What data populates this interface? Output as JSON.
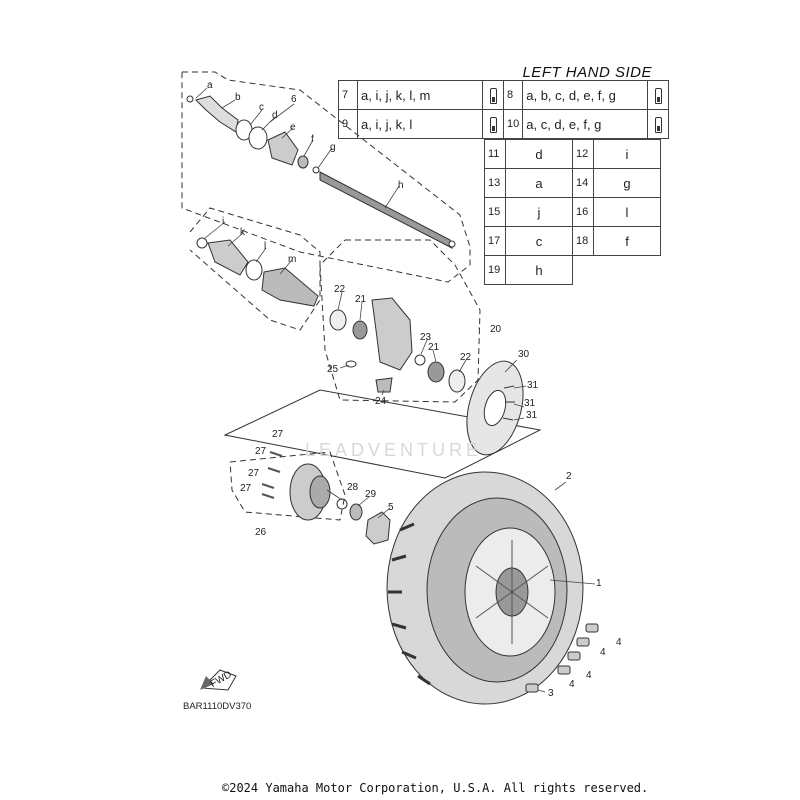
{
  "title": "LEFT HAND SIDE",
  "ref_rows": [
    {
      "left_num": "7",
      "left_val": "a, i, j, k, l, m",
      "right_num": "8",
      "right_val": "a, b, c, d, e, f, g"
    },
    {
      "left_num": "9",
      "left_val": "a, i, j, k, l",
      "right_num": "10",
      "right_val": "a, c, d, e, f, g"
    }
  ],
  "grid_rows": [
    {
      "n1": "11",
      "v1": "d",
      "n2": "12",
      "v2": "i"
    },
    {
      "n1": "13",
      "v1": "a",
      "n2": "14",
      "v2": "g"
    },
    {
      "n1": "15",
      "v1": "j",
      "n2": "16",
      "v2": "l"
    },
    {
      "n1": "17",
      "v1": "c",
      "n2": "18",
      "v2": "f"
    },
    {
      "n1": "19",
      "v1": "h",
      "n2": "",
      "v2": ""
    }
  ],
  "callouts": {
    "a": "a",
    "b": "b",
    "c": "c",
    "d": "d",
    "e": "e",
    "f": "f",
    "g": "g",
    "h": "h",
    "i": "i",
    "k": "k",
    "l": "l",
    "m": "m",
    "n1": "1",
    "n2": "2",
    "n3": "3",
    "n4a": "4",
    "n4b": "4",
    "n4c": "4",
    "n4d": "4",
    "n5": "5",
    "n6": "6",
    "n20": "20",
    "n21a": "21",
    "n21b": "21",
    "n22a": "22",
    "n22b": "22",
    "n23": "23",
    "n24": "24",
    "n25": "25",
    "n26": "26",
    "n27a": "27",
    "n27b": "27",
    "n27c": "27",
    "n27d": "27",
    "n28": "28",
    "n29": "29",
    "n30": "30",
    "n31a": "31",
    "n31b": "31",
    "n31c": "31"
  },
  "fwd_label": "FWD",
  "diagram_code": "BAR1110DV370",
  "watermark": "LEADVENTURE",
  "copyright": "©2024 Yamaha Motor Corporation, U.S.A. All rights reserved."
}
